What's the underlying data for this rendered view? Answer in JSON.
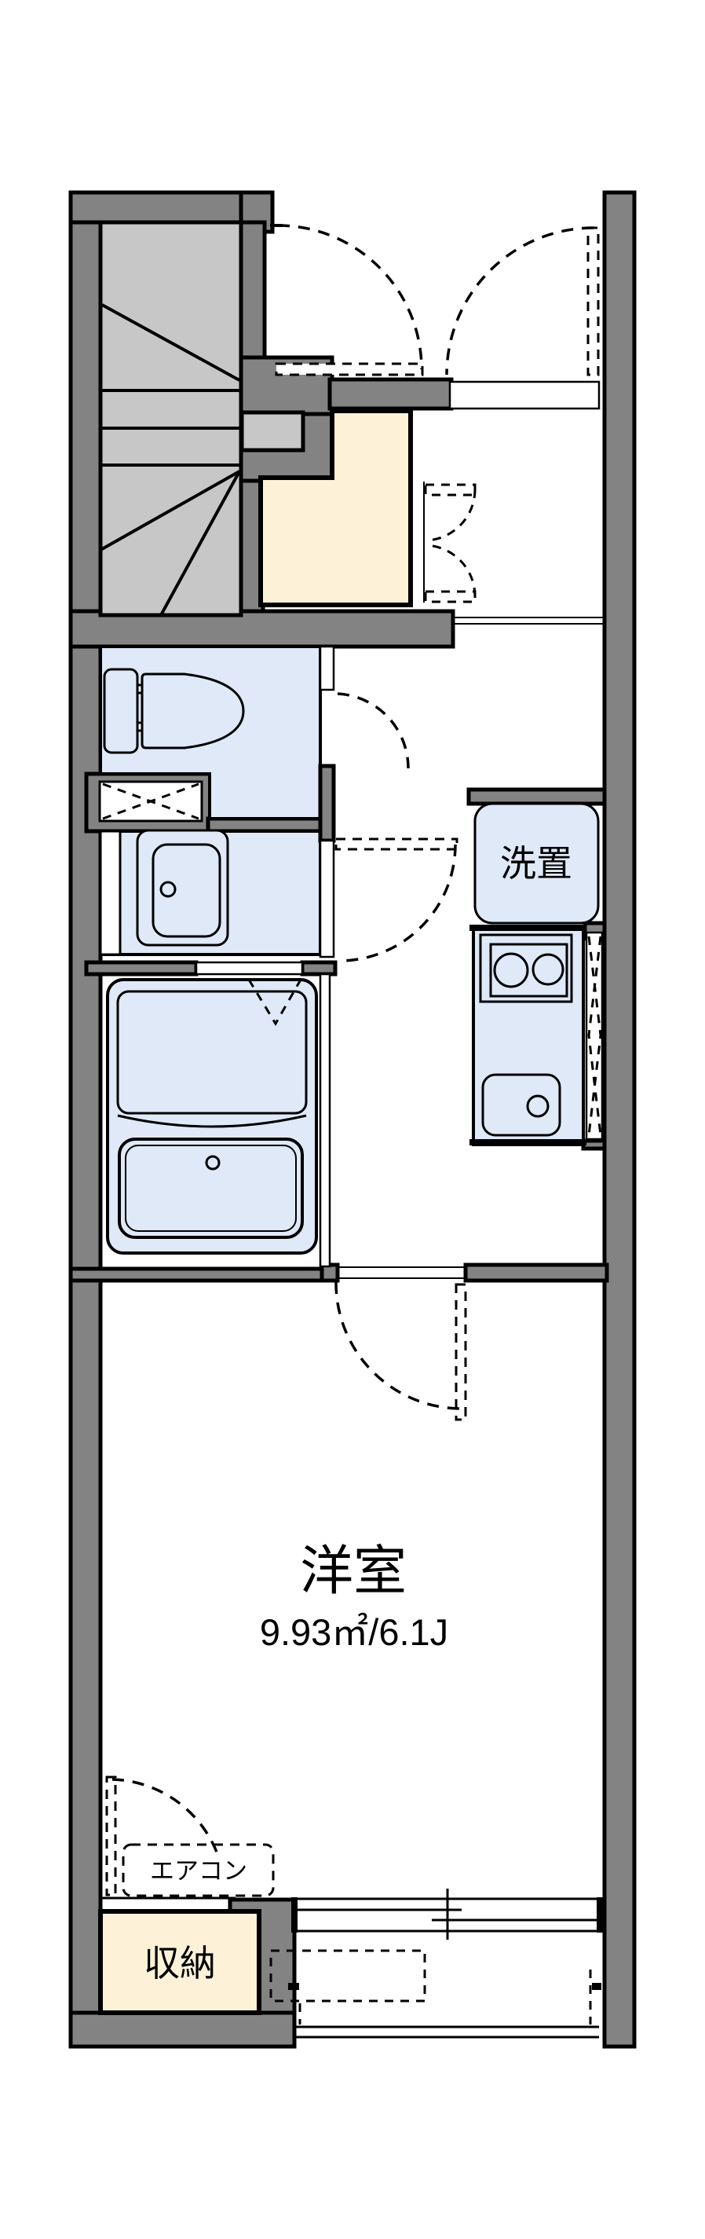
{
  "plan": {
    "type": "apartment-floor-plan",
    "labels": {
      "laundry": "洗置",
      "room": "洋室",
      "room_size": "9.93㎡/6.1J",
      "aircon": "エアコン",
      "storage": "収納"
    },
    "colors": {
      "wall": "#838383",
      "stair": "#c7c7c7",
      "entrance": "#fdf2d8",
      "fixture_blue": "#dfe9f8",
      "line": "#000000",
      "background": "#ffffff"
    }
  }
}
